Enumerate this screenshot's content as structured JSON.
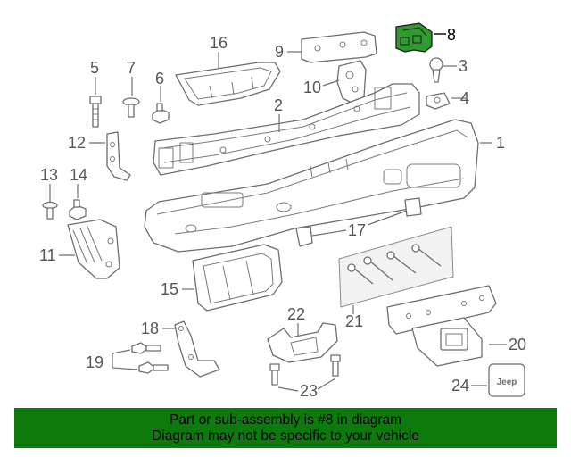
{
  "colors": {
    "banner_bg": "#0c7a0c",
    "highlight_part": "#2f9a2f",
    "line_art": "#6e6e6e"
  },
  "diagram": {
    "highlighted_callout": "8",
    "callouts": {
      "c1": "1",
      "c2": "2",
      "c3": "3",
      "c4": "4",
      "c5": "5",
      "c6": "6",
      "c7": "7",
      "c8": "8",
      "c9": "9",
      "c10": "10",
      "c11": "11",
      "c12": "12",
      "c13": "13",
      "c14": "14",
      "c15": "15",
      "c16": "16",
      "c17": "17",
      "c18": "18",
      "c19": "19",
      "c20": "20",
      "c21": "21",
      "c22": "22",
      "c23": "23",
      "c24": "24"
    },
    "hitch_cover_logo": "Jeep"
  },
  "banner": {
    "line1": "Part or sub-assembly is #8 in diagram",
    "line2": "Diagram may not be specific to your vehicle"
  }
}
